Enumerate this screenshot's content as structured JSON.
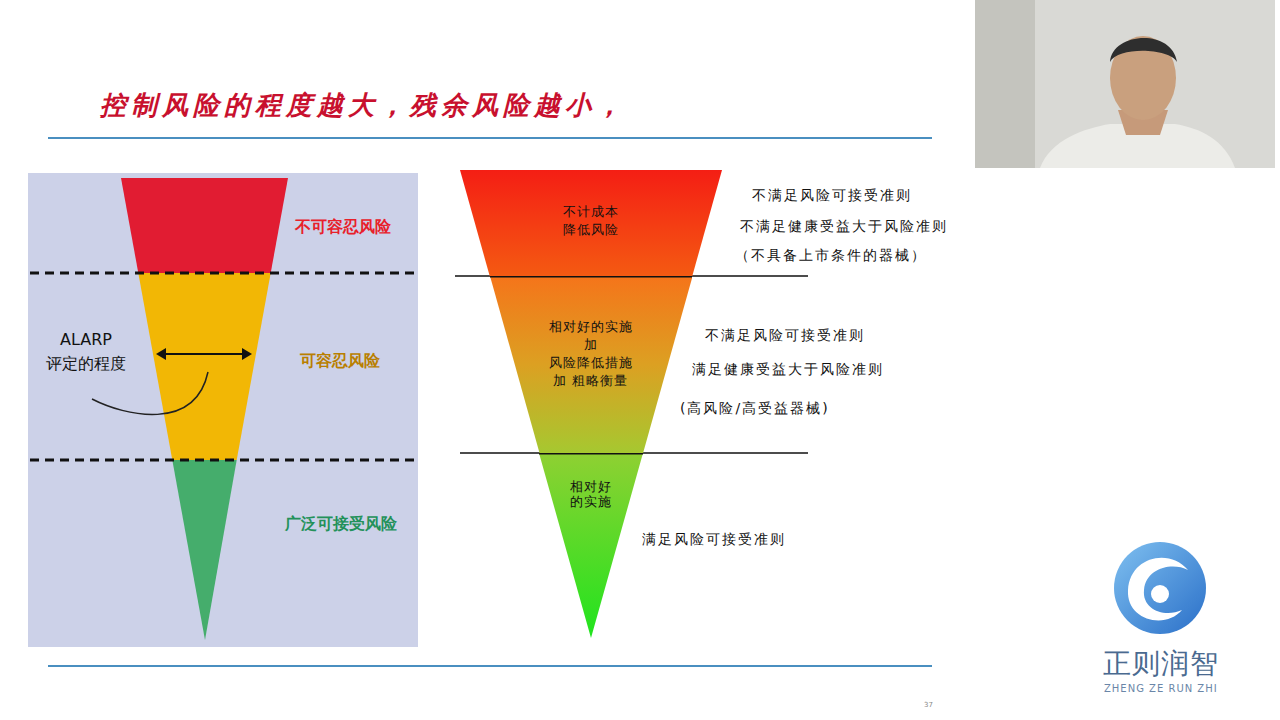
{
  "diagram": {
    "title": "控制风险的程度越大，残余风险越小，",
    "nodes": [
      {
        "text": [
          "不计成本 降低风险"
        ]
      },
      {
        "text": [
          "相对好的实施 加 风险降低措施 加 粗略衡量"
        ]
      },
      {
        "text": [
          "相对好的实施"
        ]
      }
    ],
    "labels": [
      "不可容忍风险",
      "可容忍风险",
      "广泛可接受风险",
      "ALARP 评定的程度",
      "不满足风险可接受准则",
      "不满足健康受益大于风险准则",
      "（不具备上市条件的器械）",
      "不满足风险可接受准则",
      "满足健康受益大于风险准则",
      "(高风险/高受益器械)",
      "满足风险可接受准则",
      "正则润智",
      "ZHENG ZE RUN ZHI",
      "37"
    ]
  }
}
